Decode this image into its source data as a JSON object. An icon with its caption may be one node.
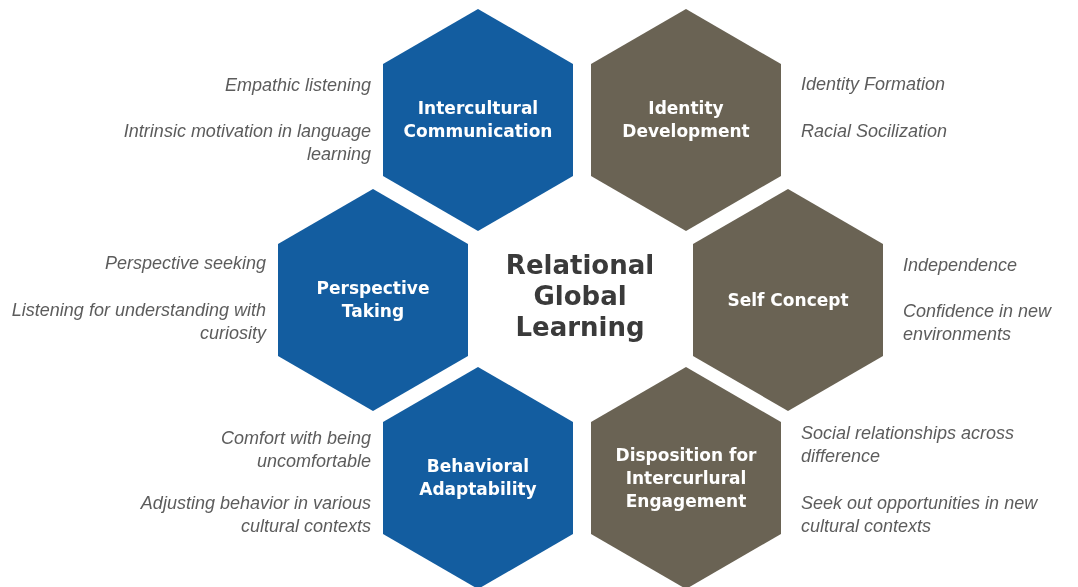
{
  "diagram": {
    "title": "Relational Global Learning",
    "nodes": [
      {
        "text": [
          "Intercultural Communication"
        ],
        "beside": [
          "Empathic listening",
          "Intrinsic motivation in language learning"
        ]
      },
      {
        "text": [
          "Identity Development"
        ],
        "beside": [
          "Identity Formation",
          "Racial Socilization"
        ]
      },
      {
        "text": [
          "Perspective Taking"
        ],
        "beside": [
          "Perspective seeking",
          "Listening for understanding with curiosity"
        ]
      },
      {
        "text": [
          "Self Concept"
        ],
        "beside": [
          "Independence",
          "Confidence in new environments"
        ]
      },
      {
        "text": [
          "Behavioral Adaptability"
        ],
        "beside": [
          "Comfort with being uncomfortable",
          "Adjusting behavior in various cultural contexts"
        ]
      },
      {
        "text": [
          "Disposition for Intercurlural Engagement"
        ],
        "beside": [
          "Social relationships across difference",
          "Seek out opportunities in new cultural contexts"
        ]
      }
    ],
    "edges": []
  }
}
